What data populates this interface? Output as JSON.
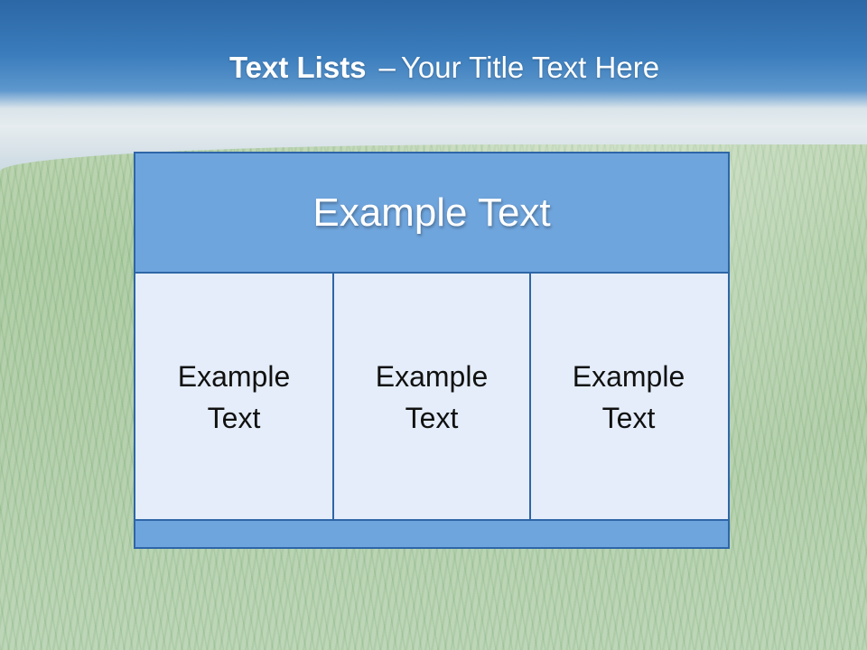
{
  "slide": {
    "title_bold": "Text Lists",
    "title_separator": "–",
    "title_rest": "Your Title Text Here"
  },
  "panel": {
    "header_text": "Example Text",
    "columns": [
      {
        "text": "Example Text"
      },
      {
        "text": "Example Text"
      },
      {
        "text": "Example Text"
      }
    ]
  },
  "colors": {
    "accent": "#6fa5dd",
    "border": "#2e66a8",
    "cell_fill": "#e4edf9"
  }
}
